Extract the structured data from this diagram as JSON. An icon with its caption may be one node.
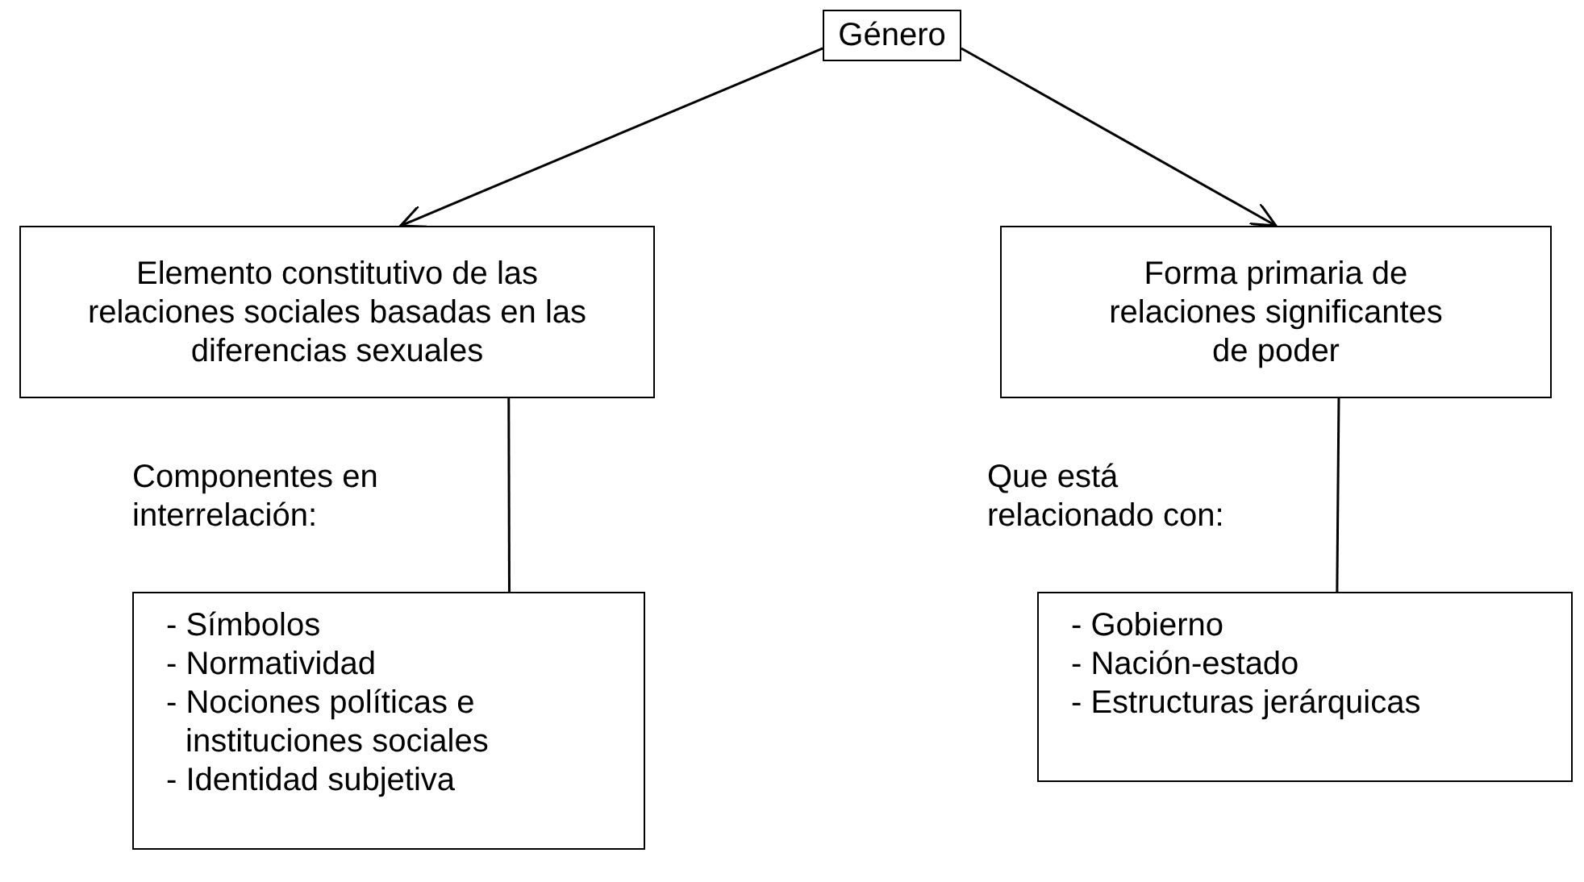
{
  "diagram": {
    "nodes": [
      {
        "text": [
          "Género"
        ]
      },
      {
        "text": [
          "Elemento constitutivo de las relaciones sociales basadas en las diferencias sexuales"
        ]
      },
      {
        "text": [
          "Forma primaria de relaciones significantes de poder"
        ]
      },
      {
        "text": [
          "- Símbolos",
          "- Normatividad",
          "- Nociones políticas e instituciones sociales",
          "- Identidad subjetiva"
        ]
      },
      {
        "text": [
          "- Gobierno",
          "- Nación-estado",
          "- Estructuras jerárquicas"
        ]
      }
    ],
    "edges": [
      {
        "from": 0,
        "to": 1,
        "arrow": "to"
      },
      {
        "from": 0,
        "to": 2,
        "arrow": "to"
      },
      {
        "from": 1,
        "to": 3,
        "arrow": "none",
        "label": "Componentes en interrelación:"
      },
      {
        "from": 2,
        "to": 4,
        "arrow": "none",
        "label": "Que está relacionado con:"
      }
    ]
  }
}
